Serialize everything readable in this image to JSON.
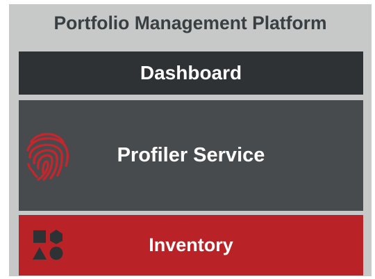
{
  "title": "Portfolio Management Platform",
  "layers": {
    "dashboard": {
      "label": "Dashboard"
    },
    "profiler": {
      "label": "Profiler Service",
      "icon": "fingerprint-icon"
    },
    "inventory": {
      "label": "Inventory",
      "icon": "shapes-icon"
    }
  },
  "colors": {
    "frame": "#c7c9c8",
    "title": "#3a3f42",
    "dashboard": "#2e3234",
    "profiler": "#474b4e",
    "inventory": "#b92327",
    "accent_red": "#c1272d"
  }
}
